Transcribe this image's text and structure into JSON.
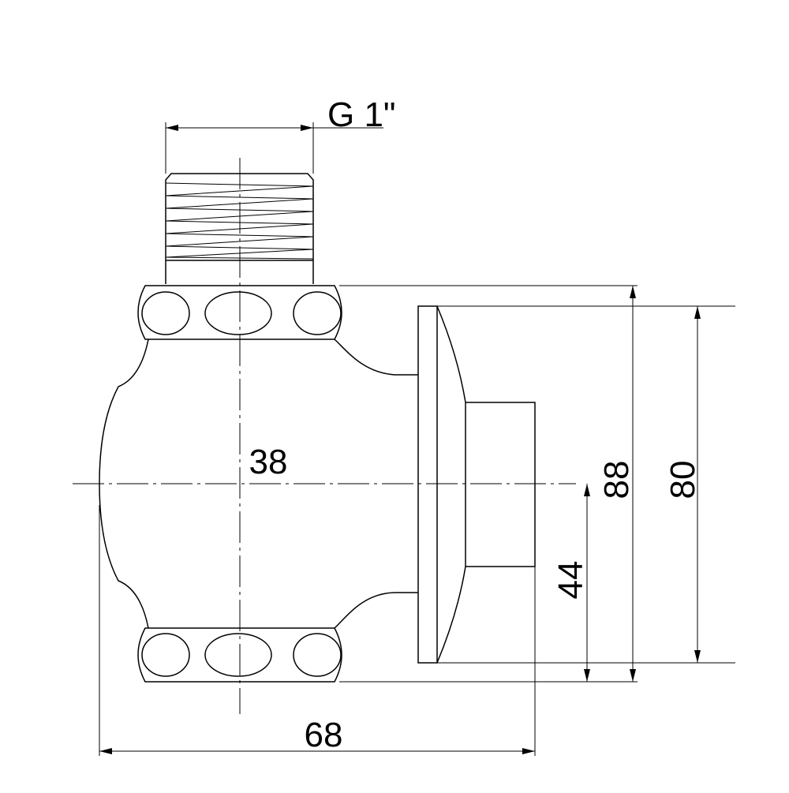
{
  "drawing": {
    "labels": {
      "thread": "G 1\"",
      "center_spacing": "38",
      "overall_width": "68",
      "height_total": "88",
      "height_plate": "80",
      "height_half": "44"
    },
    "colors": {
      "line": "#000000",
      "background": "#ffffff"
    }
  }
}
